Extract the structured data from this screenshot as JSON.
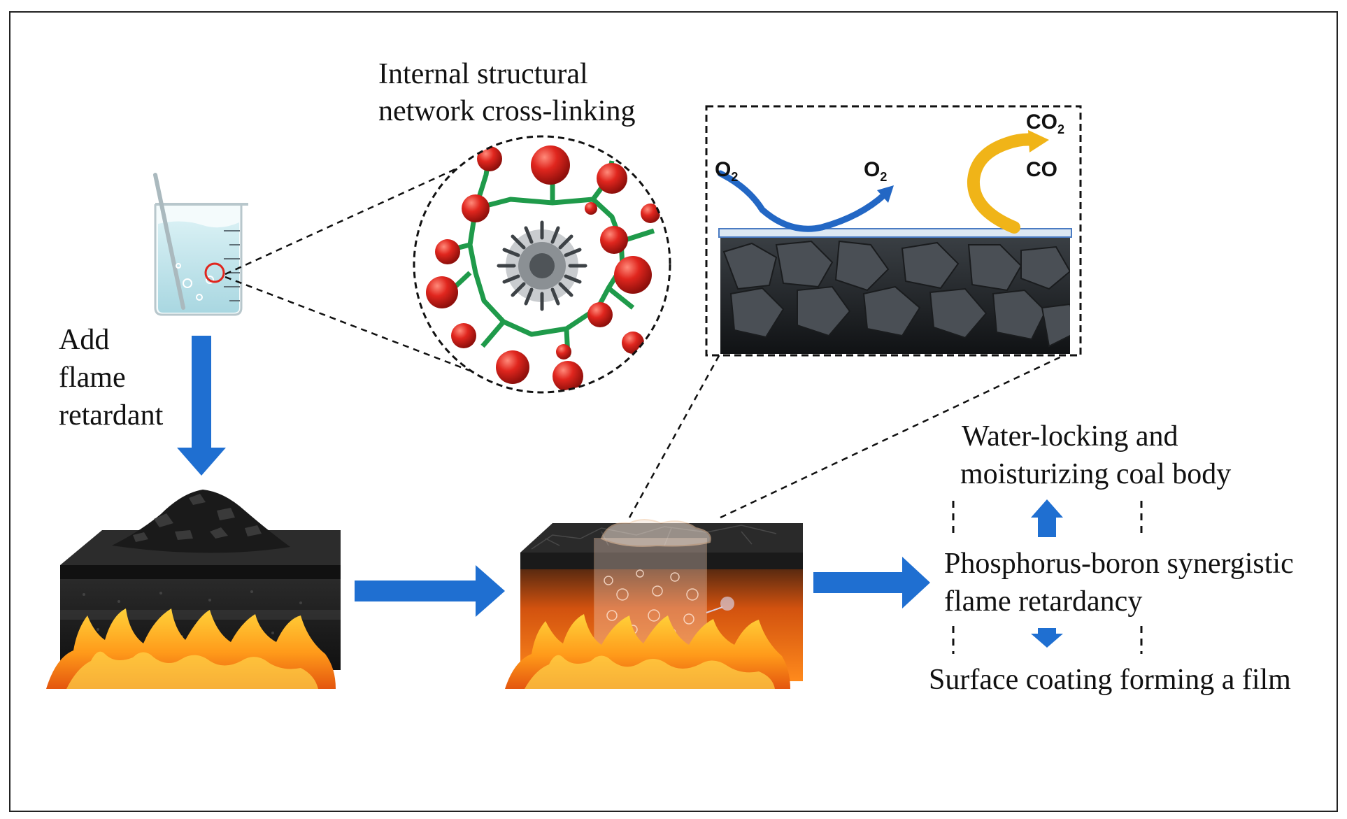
{
  "labels": {
    "internal_line1": "Internal structural",
    "internal_line2": "network cross-linking",
    "add_line1": "Add",
    "add_line2": "flame",
    "add_line3": "retardant",
    "water_line1": "Water-locking and",
    "water_line2": "moisturizing coal body",
    "phos_line1": "Phosphorus-boron synergistic",
    "phos_line2": "flame retardancy",
    "surface": "Surface coating forming a film"
  },
  "chem": {
    "o2_left_main": "O",
    "o2_left_sub": "2",
    "o2_right_main": "O",
    "o2_right_sub": "2",
    "co2_main": "CO",
    "co2_sub": "2",
    "co": "CO"
  },
  "colors": {
    "arrow_blue": "#1f6fd1",
    "curve_blue": "#2367c4",
    "co_arrow": "#f0b418",
    "node_red": "#e0261e",
    "link_green": "#1f9a4a",
    "coal": "#1b1b1b",
    "fire_orange": "#f28a12",
    "water": "#bfe3ea"
  }
}
